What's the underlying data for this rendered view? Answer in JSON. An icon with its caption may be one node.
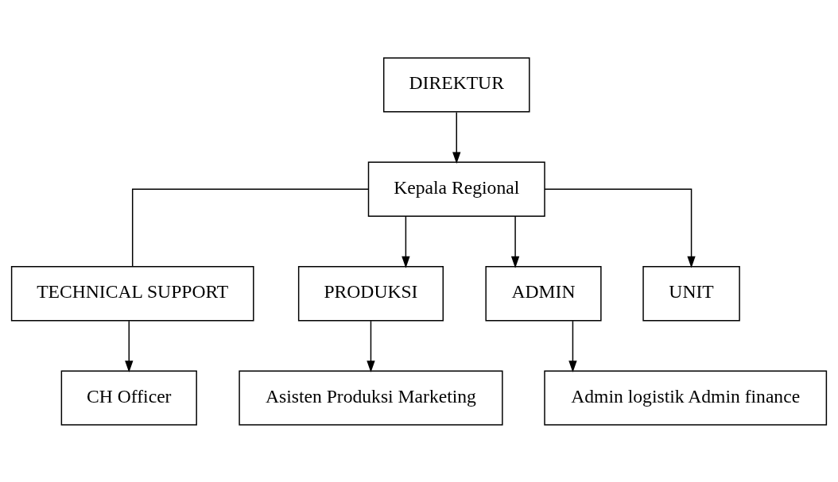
{
  "diagram": {
    "nodes": [
      {
        "text": [
          "DIREKTUR"
        ]
      },
      {
        "text": [
          "Kepala Regional"
        ]
      },
      {
        "text": [
          "TECHNICAL SUPPORT"
        ]
      },
      {
        "text": [
          "PRODUKSI"
        ]
      },
      {
        "text": [
          "ADMIN"
        ]
      },
      {
        "text": [
          "UNIT"
        ]
      },
      {
        "text": [
          "Asisten Produksi Marketing"
        ]
      },
      {
        "text": [
          "CH Officer"
        ]
      },
      {
        "text": [
          "Admin logistik Admin finance"
        ]
      }
    ],
    "edges": [
      {
        "from": 0,
        "to": 1,
        "arrow": "to"
      },
      {
        "from": 1,
        "to": 3,
        "arrow": "to"
      },
      {
        "from": 1,
        "to": 2,
        "arrow": "none"
      },
      {
        "from": 1,
        "to": 4,
        "arrow": "to"
      },
      {
        "from": 1,
        "to": 5,
        "arrow": "to"
      },
      {
        "from": 3,
        "to": 6,
        "arrow": "to"
      },
      {
        "from": 2,
        "to": 7,
        "arrow": "to"
      },
      {
        "from": 4,
        "to": 8,
        "arrow": "to"
      }
    ]
  }
}
